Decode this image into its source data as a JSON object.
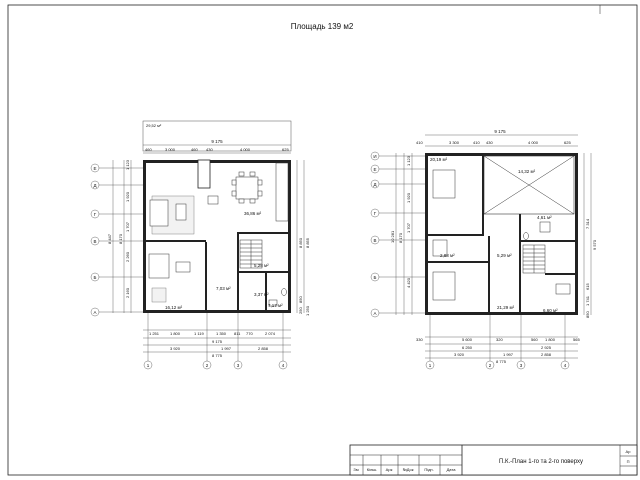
{
  "sheet_title": "Площадь 139 м2",
  "stamp": {
    "title": "П.К.-План 1-го та 2-го поверху",
    "headers": [
      "Зм",
      "Кільк.",
      "Арк",
      "№Док",
      "Підп.",
      "Дата"
    ],
    "side": [
      "Ар",
      "П"
    ]
  },
  "plan1": {
    "terrace_area": "29,52 м²",
    "rooms": [
      {
        "area": "36,86 м²"
      },
      {
        "area": "16,12 м²"
      },
      {
        "area": "7,03 м²"
      },
      {
        "area": "5,28 м²"
      },
      {
        "area": "3,37 м²"
      },
      {
        "area": "7,17 м²"
      }
    ],
    "top_overall": "9 175",
    "top_dims": [
      "460",
      "3 000",
      "460",
      "430",
      "4 000",
      "625"
    ],
    "bottom_row1": [
      "1 251",
      "1 800",
      "1 119",
      "1 350",
      "811",
      "770",
      "2 074"
    ],
    "bottom_row2": [
      "9 175"
    ],
    "bottom_row3": [
      "3 920",
      "1 997",
      "2 858"
    ],
    "bottom_row4": [
      "8 775"
    ],
    "left_dims": [
      "1 123",
      "1 920",
      "1 707",
      "2 260",
      "2 160"
    ],
    "left_overall": [
      "8 170",
      "8 447"
    ],
    "right_dims": [
      "8 850",
      "8 855",
      "850",
      "250",
      "1 250"
    ],
    "row_axes": [
      "Е",
      "Д",
      "Г",
      "В",
      "Б",
      "А"
    ],
    "col_axes": [
      "1",
      "2",
      "3",
      "4"
    ]
  },
  "plan2": {
    "rooms": [
      {
        "area": "20,19 м²"
      },
      {
        "area": "14,32 м²"
      },
      {
        "area": "4,61 м²"
      },
      {
        "area": "2,88 м²"
      },
      {
        "area": "5,29 м²"
      },
      {
        "area": "21,29 м²"
      },
      {
        "area": "6,60 м²"
      }
    ],
    "top_overall": "9 175",
    "top_dims": [
      "410",
      "3 300",
      "410",
      "430",
      "4 000",
      "625"
    ],
    "bottom_row1": [
      "330",
      "5 600",
      "320",
      "560",
      "1 800",
      "565"
    ],
    "bottom_row2": [
      "6 250",
      "2 925"
    ],
    "bottom_row3": [
      "3 920",
      "1 997",
      "2 858"
    ],
    "bottom_row4": [
      "8 775"
    ],
    "left_dims": [
      "1 123",
      "1 920",
      "1 707",
      "4 420"
    ],
    "left_overall": [
      "8 170",
      "10 281"
    ],
    "right_dims": [
      "7 314",
      "9 570",
      "615",
      "1 741",
      "850"
    ],
    "row_axes": [
      "И",
      "Е",
      "Д",
      "Г",
      "В",
      "Б",
      "А"
    ],
    "col_axes": [
      "1",
      "2",
      "3",
      "4"
    ]
  }
}
